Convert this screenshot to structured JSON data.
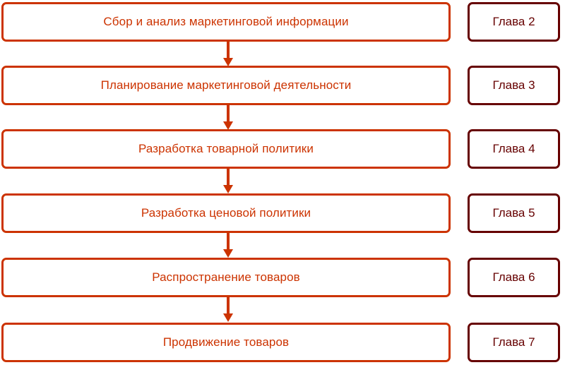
{
  "diagram": {
    "title": "Marketing process flow with chapter references",
    "orientation": "vertical",
    "colors": {
      "stage_border": "#cc3300",
      "stage_text": "#cc3300",
      "chapter_border": "#660000",
      "chapter_text": "#660000",
      "arrow": "#cc3300",
      "background": "#ffffff"
    },
    "stages": [
      {
        "label": "Сбор и анализ маркетинговой информации",
        "chapter": "Глава 2"
      },
      {
        "label": "Планирование маркетинговой деятельности",
        "chapter": "Глава 3"
      },
      {
        "label": "Разработка товарной политики",
        "chapter": "Глава 4"
      },
      {
        "label": "Разработка ценовой политики",
        "chapter": "Глава 5"
      },
      {
        "label": "Распространение товаров",
        "chapter": "Глава 6"
      },
      {
        "label": "Продвижение товаров",
        "chapter": "Глава 7"
      }
    ],
    "connectors": [
      {
        "from": 0,
        "to": 1,
        "icon": "arrow-down-icon"
      },
      {
        "from": 1,
        "to": 2,
        "icon": "arrow-down-icon"
      },
      {
        "from": 2,
        "to": 3,
        "icon": "arrow-down-icon"
      },
      {
        "from": 3,
        "to": 4,
        "icon": "arrow-down-icon"
      },
      {
        "from": 4,
        "to": 5,
        "icon": "arrow-down-icon"
      }
    ]
  }
}
